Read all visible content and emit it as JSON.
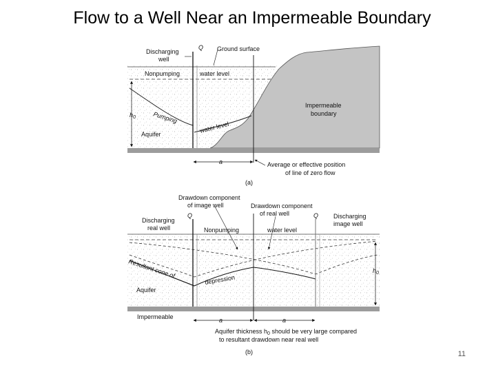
{
  "slide": {
    "title": "Flow to a Well Near an Impermeable Boundary",
    "number": "11"
  },
  "diagram_a": {
    "q_label": "Q",
    "discharging_well": "Discharging",
    "discharging_well_2": "well",
    "ground_surface": "Ground surface",
    "nonpumping": "Nonpumping",
    "water_level": "water level",
    "impermeable": "Impermeable",
    "boundary": "boundary",
    "h0": "h",
    "h0_sub": "0",
    "pumping": "Pumping",
    "pumping_water_level": "water  level",
    "aquifer": "Aquifer",
    "a_label": "a",
    "avg_position_1": "Average or effective position",
    "avg_position_2": "of line of zero flow",
    "caption": "(a)"
  },
  "diagram_b": {
    "drawdown_image_1": "Drawdown component",
    "drawdown_image_2": "of image well",
    "drawdown_real_1": "Drawdown component",
    "drawdown_real_2": "of real well",
    "discharging_real_1": "Discharging",
    "discharging_real_2": "real well",
    "q_real": "Q",
    "nonpumping": "Nonpumping",
    "water_level": "water level",
    "q_image": "Q",
    "discharging_image_1": "Discharging",
    "discharging_image_2": "image well",
    "resultant_cone": "Resultant cone of",
    "depression": "depression",
    "h0": "h",
    "h0_sub": "0",
    "aquifer": "Aquifer",
    "impermeable": "Impermeable",
    "a_left": "a",
    "a_right": "a",
    "note_1": "Aquifer thickness h",
    "note_1_sub": "0",
    "note_1_rest": " should be very large compared",
    "note_2": "to resultant drawdown near real well",
    "caption": "(b)"
  }
}
